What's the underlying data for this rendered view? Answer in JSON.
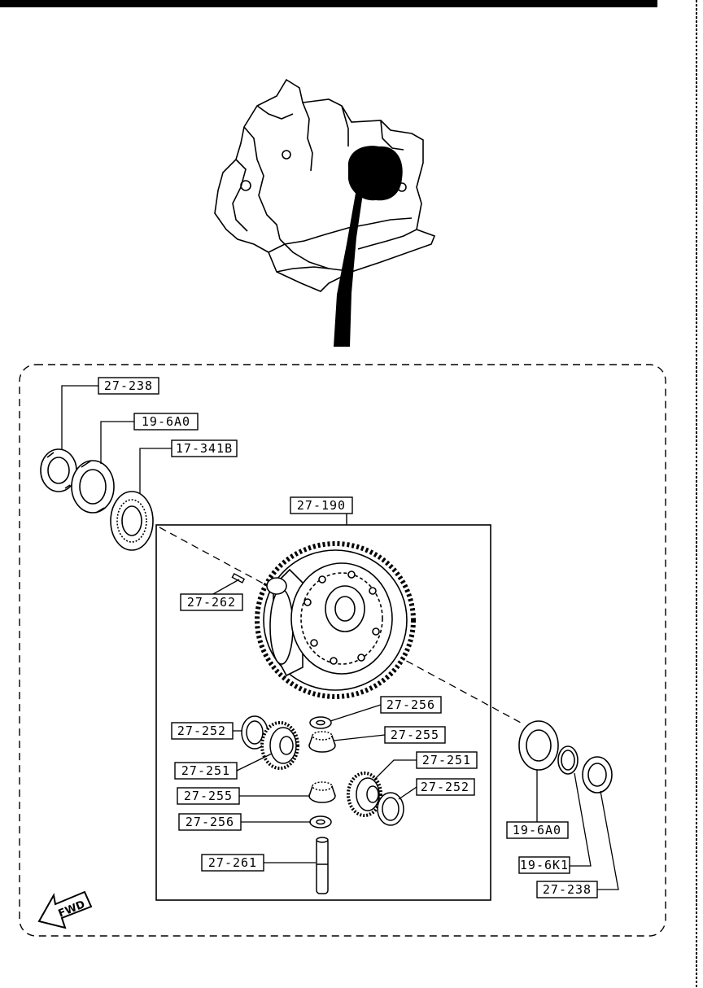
{
  "diagram": {
    "type": "exploded parts diagram",
    "subject": "transaxle differential assembly",
    "colors": {
      "ink": "#000000",
      "paper": "#ffffff"
    },
    "part_labels": {
      "bearing_outer_left": "27-238",
      "bearing_left": "19-6A0",
      "speedometer_gear": "17-341B",
      "differential_assembly": "27-190",
      "roll_pin": "27-262",
      "washer_top": "27-256",
      "thrust_washer_left": "27-252",
      "pinion_gear_top": "27-255",
      "side_gear_left": "27-251",
      "side_gear_right": "27-251",
      "thrust_washer_right": "27-252",
      "pinion_gear_bottom": "27-255",
      "washer_bottom": "27-256",
      "pinion_shaft": "27-261",
      "bearing_right": "19-6A0",
      "shim": "19-6K1",
      "bearing_outer_right": "27-238"
    },
    "direction_arrow": "FWD"
  }
}
